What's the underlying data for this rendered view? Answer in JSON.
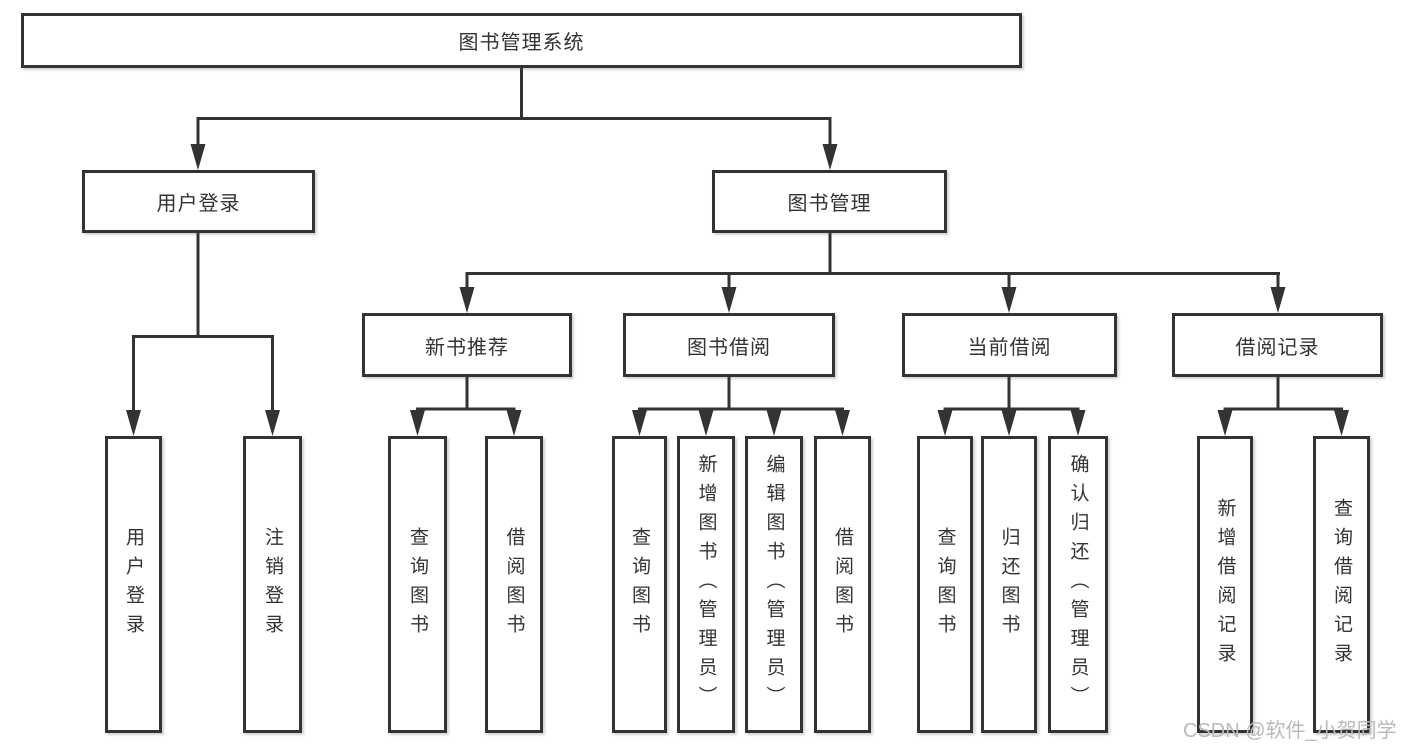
{
  "tree": {
    "label": "图书管理系统",
    "children": [
      {
        "label": "用户登录",
        "children": [
          {
            "label": "用户登录"
          },
          {
            "label": "注销登录"
          }
        ]
      },
      {
        "label": "图书管理",
        "children": [
          {
            "label": "新书推荐",
            "children": [
              {
                "label": "查询图书"
              },
              {
                "label": "借阅图书"
              }
            ]
          },
          {
            "label": "图书借阅",
            "children": [
              {
                "label": "查询图书"
              },
              {
                "label": "新增图书（管理员）"
              },
              {
                "label": "编辑图书（管理员）"
              },
              {
                "label": "借阅图书"
              }
            ]
          },
          {
            "label": "当前借阅",
            "children": [
              {
                "label": "查询图书"
              },
              {
                "label": "归还图书"
              },
              {
                "label": "确认归还（管理员）"
              }
            ]
          },
          {
            "label": "借阅记录",
            "children": [
              {
                "label": "新增借阅记录"
              },
              {
                "label": "查询借阅记录"
              }
            ]
          }
        ]
      }
    ]
  },
  "watermark": "CSDN @软件_小贺同学",
  "colors": {
    "line": "#333333",
    "box_border": "#333333",
    "box_fill": "#ffffff",
    "text": "#333333",
    "watermark": "#b9b9b9"
  }
}
